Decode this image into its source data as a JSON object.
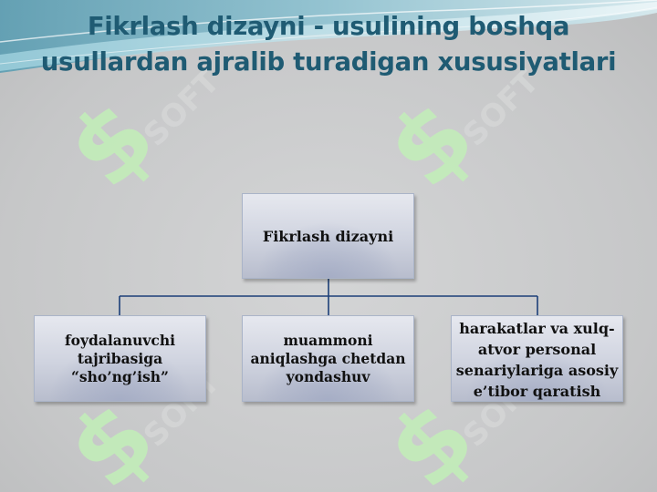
{
  "title": "Fikrlash dizayni - usulining boshqa usullardan ajralib turadigan xususiyatlari",
  "diagram": {
    "root": "Fikrlash dizayni",
    "children": [
      "foydalanuvchi tajribasiga “sho’ng’ish”",
      "muammoni aniqlashga chetdan yondashuv",
      "harakatlar va xulq-atvor personal senariylariga asosiy e’tibor qaratish"
    ]
  },
  "watermark": {
    "glyph": "$",
    "text": "SOFT"
  },
  "colors": {
    "title": "#1f5b73",
    "connector": "#1c3f78",
    "watermark": "#c2efb8",
    "wave_dark": "#4a8fa6",
    "wave_light": "#bfe0e8"
  }
}
